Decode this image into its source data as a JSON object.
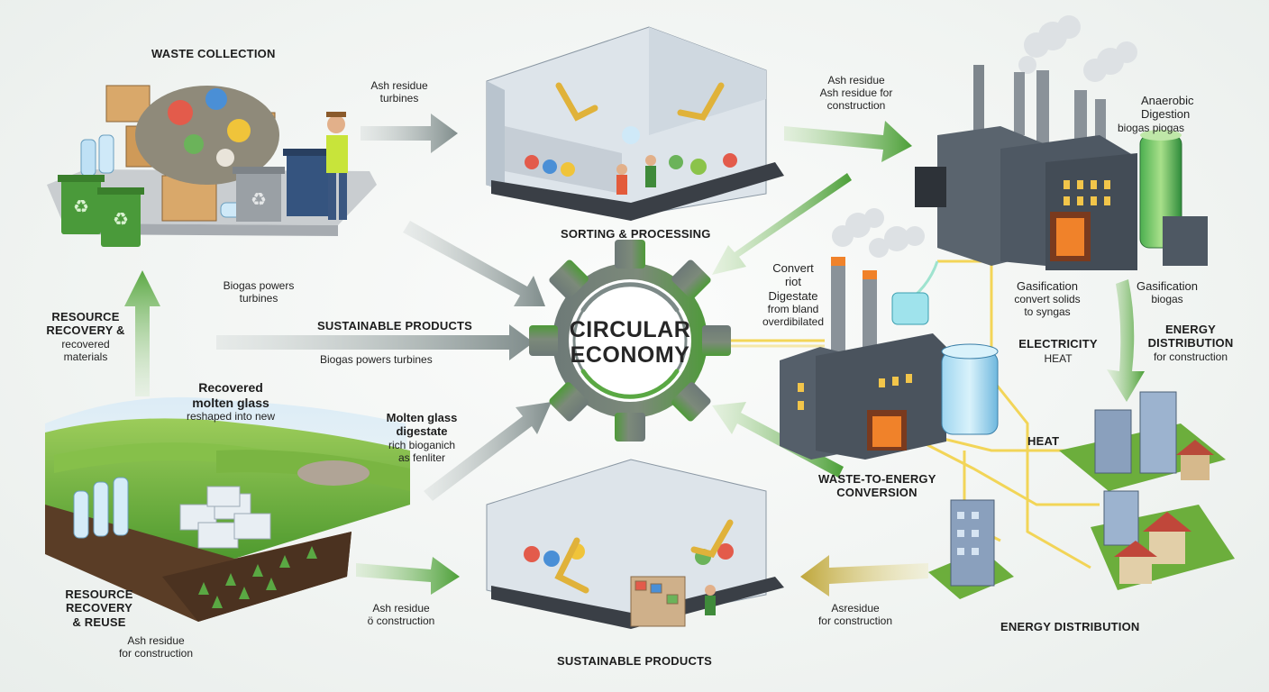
{
  "center": {
    "line1": "CIRCULAR",
    "line2": "ECONOMY"
  },
  "labels": {
    "waste_collection": "WASTE COLLECTION",
    "ash_residue_turbines_1": "Ash residue",
    "ash_residue_turbines_2": "turbines",
    "ash_residue_construction_top_1": "Ash residue",
    "ash_residue_construction_top_2": "Ash residue for",
    "ash_residue_construction_top_3": "construction",
    "anaerobic_1": "Anaerobic",
    "anaerobic_2": "Digestion",
    "anaerobic_3": "biogas piogas",
    "sorting": "SORTING & PROCESSING",
    "biogas_powers_1": "Biogas powers",
    "biogas_powers_2": "turbines",
    "convert_1": "Convert",
    "convert_2": "riot",
    "convert_3": "Digestate",
    "convert_4": "from bland",
    "convert_5": "overdibilated",
    "gasification_1_a": "Gasification",
    "gasification_1_b": "convert solids",
    "gasification_1_c": "to syngas",
    "gasification_2_a": "Gasification",
    "gasification_2_b": "biogas",
    "resource_recovery_top_1": "RESOURCE",
    "resource_recovery_top_2": "RECOVERY &",
    "resource_recovery_top_3": "recovered",
    "resource_recovery_top_4": "materials",
    "sustainable_top": "SUSTAINABLE PRODUCTS",
    "biogas_powers_turbines": "Biogas powers turbines",
    "electricity": "ELECTRICITY",
    "electricity_heat": "HEAT",
    "energy_dist_right_1": "ENERGY",
    "energy_dist_right_2": "DISTRIBUTION",
    "energy_dist_right_3": "for construction",
    "recovered_glass_1": "Recovered",
    "recovered_glass_2": "molten glass",
    "recovered_glass_3": "reshaped into new",
    "molten_glass_1": "Molten glass",
    "molten_glass_2": "digestate",
    "molten_glass_3": "rich bioganich",
    "molten_glass_4": "as fenliter",
    "heat": "HEAT",
    "wte_1": "WASTE-TO-ENERGY",
    "wte_2": "CONVERSION",
    "resource_reuse_1": "RESOURCE",
    "resource_reuse_2": "RECOVERY",
    "resource_reuse_3": "& REUSE",
    "ash_construction_left_1": "Ash residue",
    "ash_construction_left_2": "for construction",
    "ash_bottom_mid_1": "Ash residue",
    "ash_bottom_mid_2": "ö construction",
    "asresidue_1": "Asresidue",
    "asresidue_2": "for construction",
    "sustainable_bottom": "SUSTAINABLE PRODUCTS",
    "energy_dist_bottom": "ENERGY DISTRIBUTION"
  },
  "colors": {
    "gear_gray": "#6f7a78",
    "gear_green": "#4f9a3a",
    "arrow_gray": "#8d9a98",
    "arrow_green": "#5aa843",
    "arrow_yellow": "#c8b24a",
    "energy_line": "#f2cf3c",
    "field_green": "#6cae3c",
    "factory_gray": "#4e5863",
    "fire_orange": "#f0822a"
  }
}
